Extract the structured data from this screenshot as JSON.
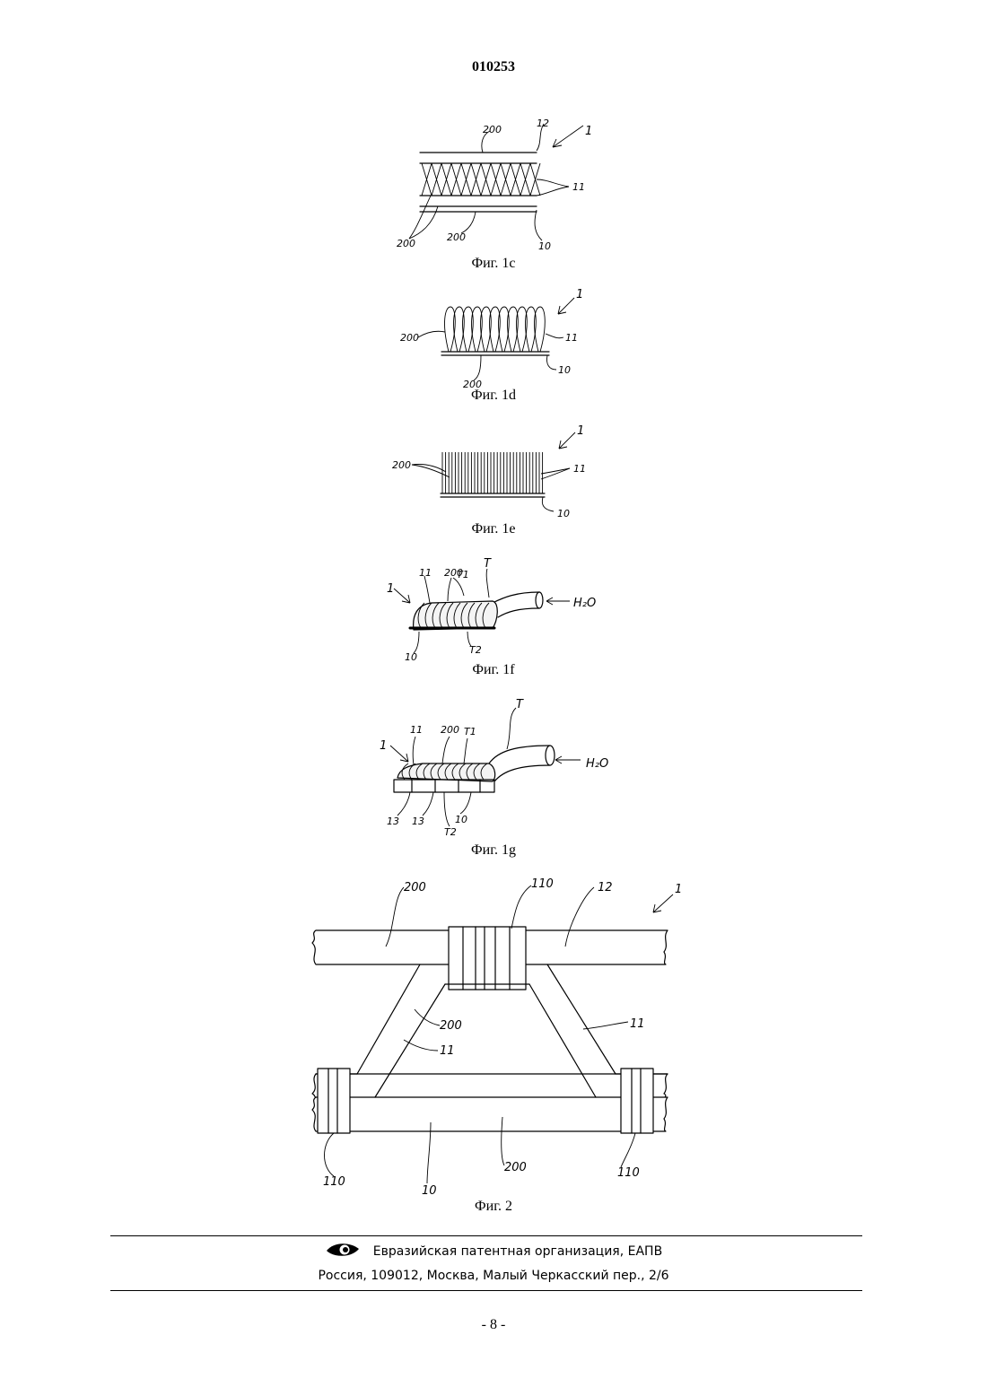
{
  "header": {
    "doc_number": "010253"
  },
  "figures": [
    {
      "id": "1c",
      "caption": "Фиг. 1с",
      "labels": [
        "200",
        "12",
        "1",
        "11",
        "200",
        "200",
        "10"
      ]
    },
    {
      "id": "1d",
      "caption": "Фиг. 1d",
      "labels": [
        "1",
        "200",
        "11",
        "200",
        "10"
      ]
    },
    {
      "id": "1e",
      "caption": "Фиг. 1e",
      "labels": [
        "1",
        "200",
        "11",
        "10"
      ]
    },
    {
      "id": "1f",
      "caption": "Фиг. 1f",
      "labels": [
        "T",
        "200",
        "T1",
        "11",
        "1",
        "H₂O",
        "10",
        "T2"
      ]
    },
    {
      "id": "1g",
      "caption": "Фиг. 1g",
      "labels": [
        "T",
        "11",
        "200",
        "T1",
        "1",
        "H₂O",
        "13",
        "13",
        "T2",
        "10"
      ]
    },
    {
      "id": "2",
      "caption": "Фиг. 2",
      "labels": [
        "200",
        "110",
        "12",
        "1",
        "200",
        "11",
        "11",
        "110",
        "110",
        "10",
        "200"
      ]
    }
  ],
  "footer": {
    "logo_icon": "eapo-eye-logo",
    "organization": "Евразийская патентная организация, ЕАПВ",
    "address": "Россия, 109012, Москва, Малый Черкасский пер., 2/6"
  },
  "page_number": "- 8 -"
}
